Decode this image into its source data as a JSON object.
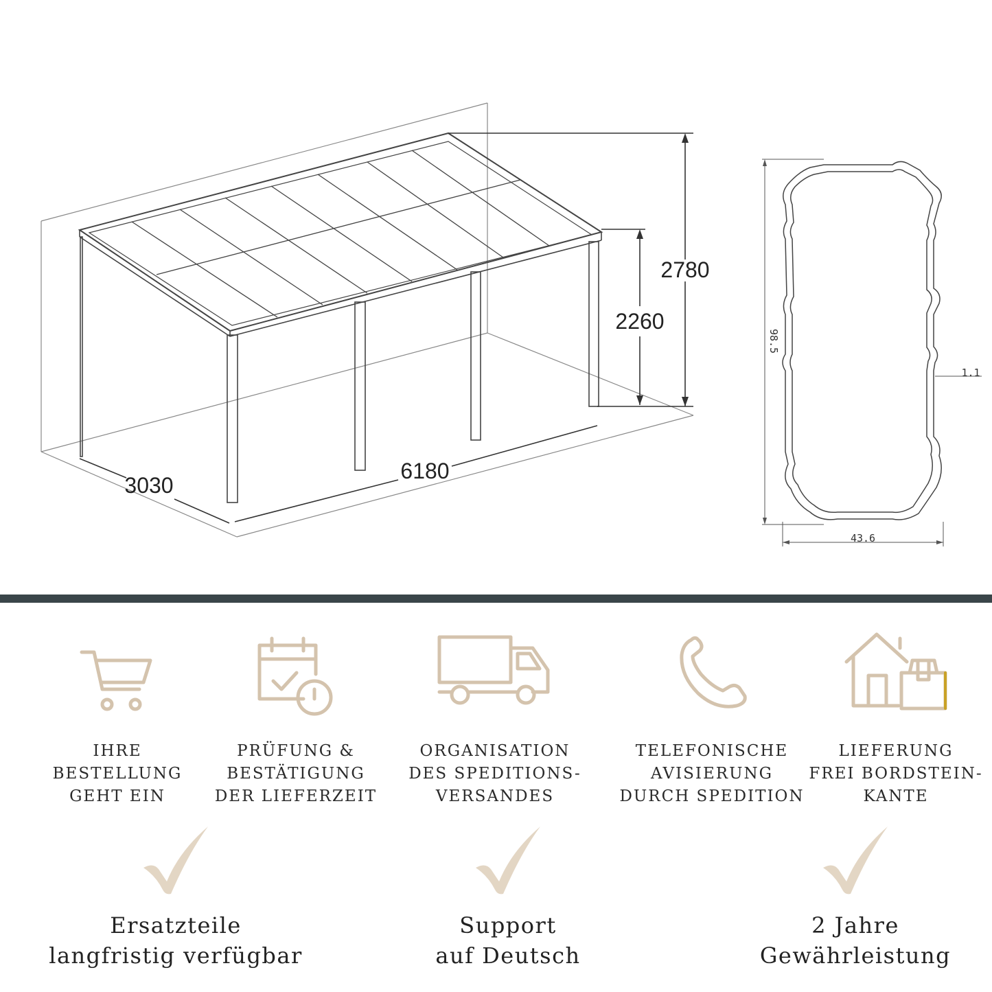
{
  "diagram": {
    "dimensions": {
      "depth": "3030",
      "width": "6180",
      "front_height": "2260",
      "back_height": "2780"
    },
    "profile": {
      "height": "98.5",
      "width": "43.6",
      "wall": "1.1"
    }
  },
  "steps": [
    {
      "icon": "shopping-cart-icon",
      "lines": [
        "IHRE",
        "BESTELLUNG",
        "GEHT EIN"
      ]
    },
    {
      "icon": "calendar-check-icon",
      "lines": [
        "PRÜFUNG &",
        "BESTÄTIGUNG",
        "DER LIEFERZEIT"
      ]
    },
    {
      "icon": "truck-icon",
      "lines": [
        "ORGANISATION",
        "DES SPEDITIONS-",
        "VERSANDES"
      ]
    },
    {
      "icon": "phone-icon",
      "lines": [
        "TELEFONISCHE",
        "AVISIERUNG",
        "DURCH SPEDITION"
      ]
    },
    {
      "icon": "house-package-icon",
      "lines": [
        "LIEFERUNG",
        "FREI BORDSTEIN-",
        "KANTE"
      ]
    }
  ],
  "benefits": [
    {
      "icon": "checkmark-icon",
      "lines": [
        "Ersatzteile",
        "langfristig verfügbar"
      ]
    },
    {
      "icon": "checkmark-icon",
      "lines": [
        "Support",
        "auf Deutsch"
      ]
    },
    {
      "icon": "checkmark-icon",
      "lines": [
        "2 Jahre",
        "Gewährleistung"
      ]
    }
  ],
  "colors": {
    "icon_stroke": "#d4c3ad",
    "check_fill": "#e3d6c4",
    "divider": "#3a4549",
    "accent_gold": "#c9a227"
  }
}
